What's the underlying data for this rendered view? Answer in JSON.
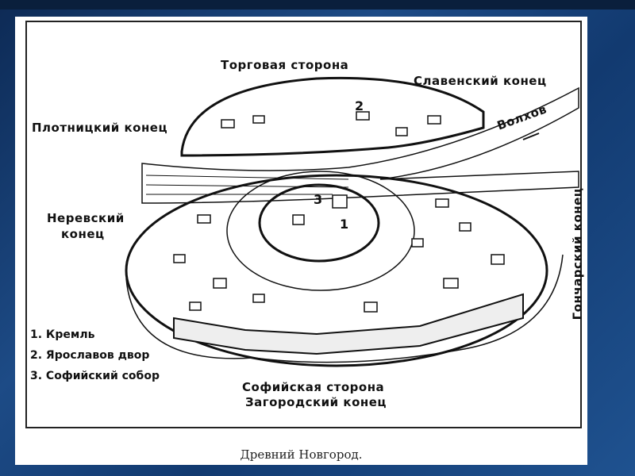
{
  "map": {
    "labels": {
      "torgovaya": "Торговая сторона",
      "slavensky": "Славенский конец",
      "plotnitsky": "Плотницкий конец",
      "volkhov": "Волхов",
      "nerevsky_1": "Неревский",
      "nerevsky_2": "конец",
      "goncharsky": "Гончарский конец",
      "sofiyskaya": "Софийская сторона",
      "zagorodsky": "Загородский конец"
    },
    "markers": [
      "1",
      "2",
      "3"
    ],
    "legend": [
      "1. Кремль",
      "2. Ярославов двор",
      "3. Софийский собор"
    ],
    "caption": "Древний Новгород."
  }
}
